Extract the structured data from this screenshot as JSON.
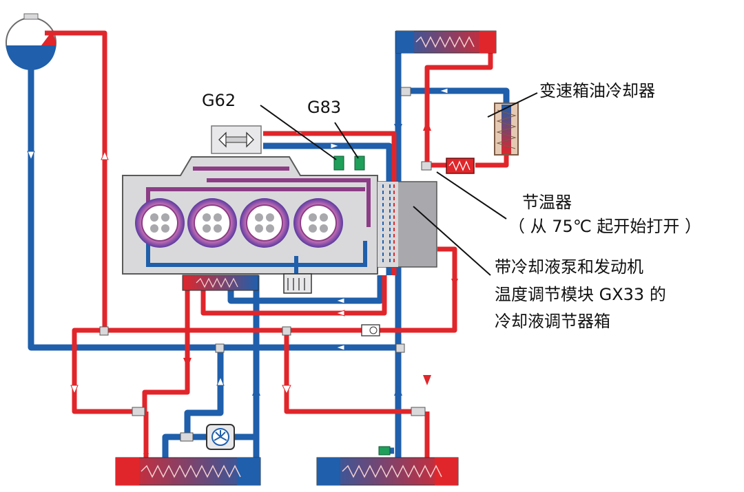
{
  "labels": {
    "g62": "G62",
    "g83": "G83",
    "gearbox_oil_cooler": "变速箱油冷却器",
    "thermostat": "节温器",
    "thermostat_note": "（ 从 75℃ 起开始打开 ）",
    "module_line1": "带冷却液泵和发动机",
    "module_line2": "温度调节模块 GX33 的",
    "module_line3": "冷却液调节器箱"
  },
  "colors": {
    "hot": "#e0262b",
    "cold": "#1f5fab",
    "warm": "#8c3d86",
    "engine_fill": "#d9d9db",
    "engine_stroke": "#5a5a5a",
    "sensor": "#1f9f5a"
  }
}
